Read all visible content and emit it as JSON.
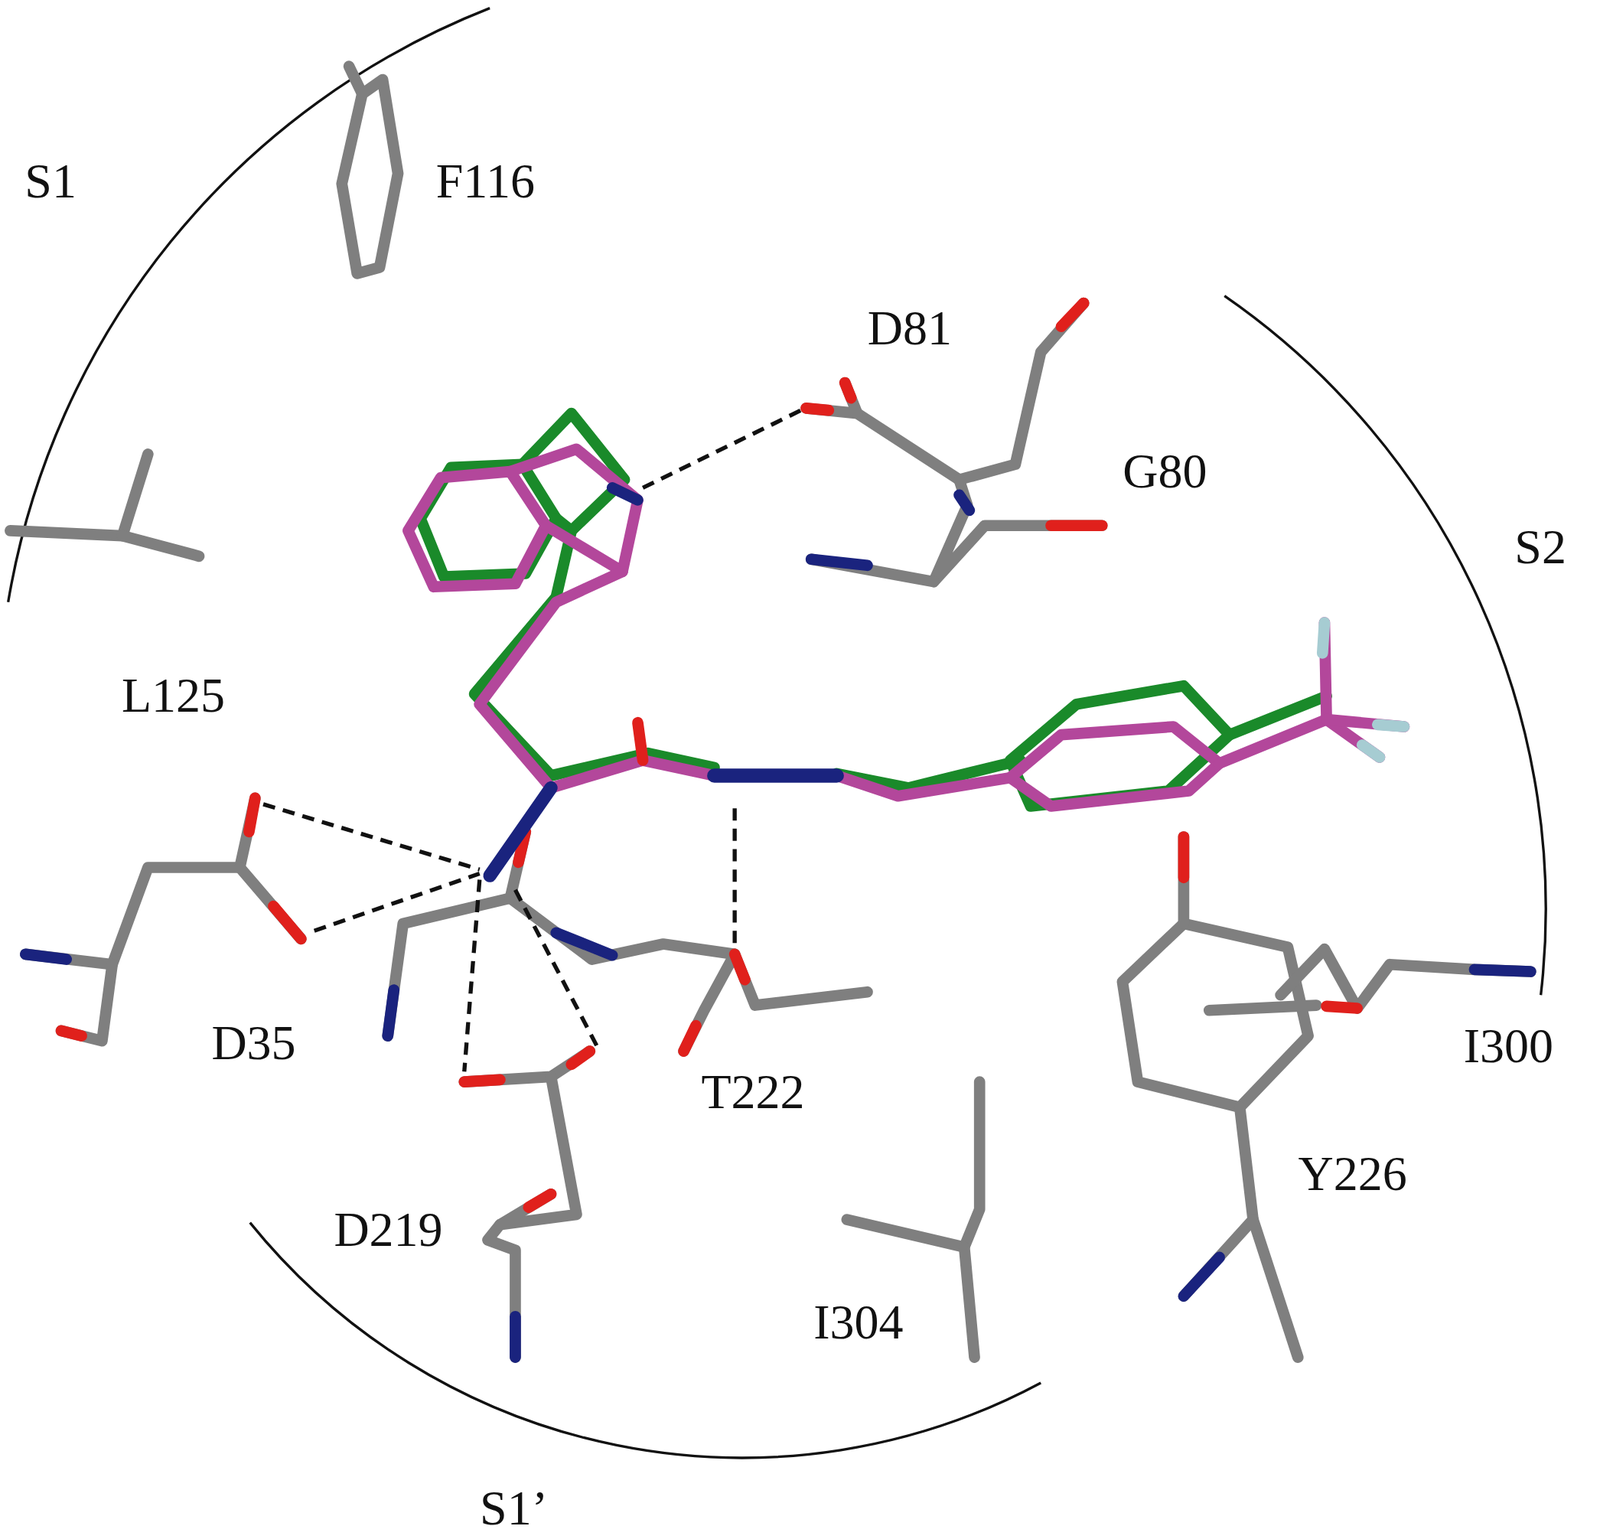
{
  "diagram": {
    "labels": [
      "S1",
      "F116",
      "D81",
      "G80",
      "S2",
      "L125",
      "D35",
      "T222",
      "I300",
      "Y226",
      "D219",
      "I304",
      "S1’"
    ]
  }
}
